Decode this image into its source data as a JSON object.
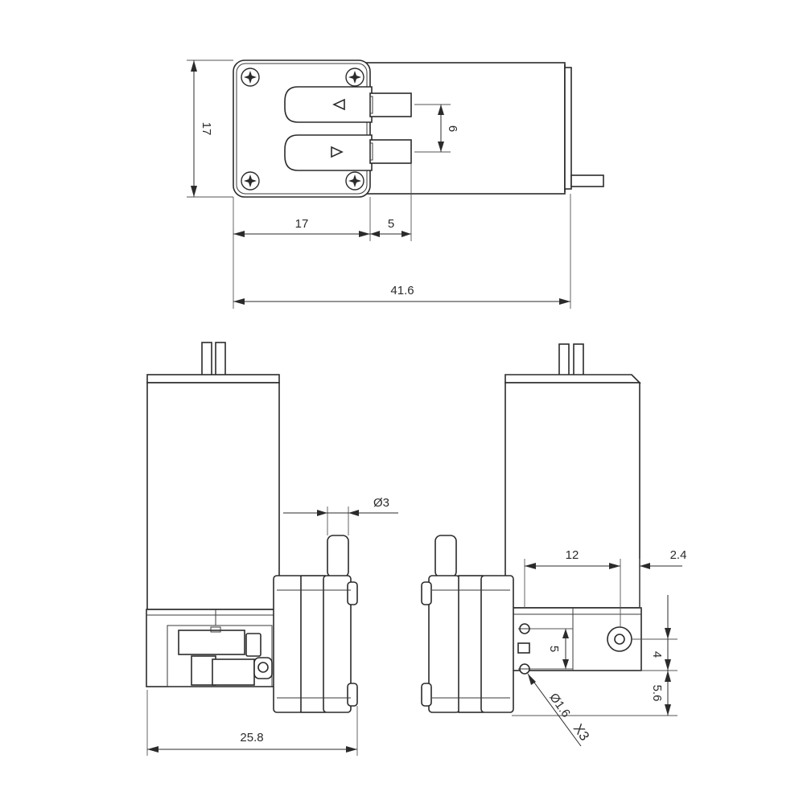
{
  "top_view": {
    "height_label": "17",
    "head_width_label": "17",
    "port_length_label": "5",
    "port_spacing_label": "6",
    "total_length_label": "41.6"
  },
  "front_view": {
    "port_diameter_label": "Ø3",
    "depth_label": "25.8"
  },
  "side_view": {
    "width_12_label": "12",
    "offset_label": "2.4",
    "hole_spacing_label": "5",
    "hole_height_label": "4",
    "bottom_height_label": "5.6",
    "small_hole_label": "Ø1.6",
    "count_label": "X3"
  }
}
